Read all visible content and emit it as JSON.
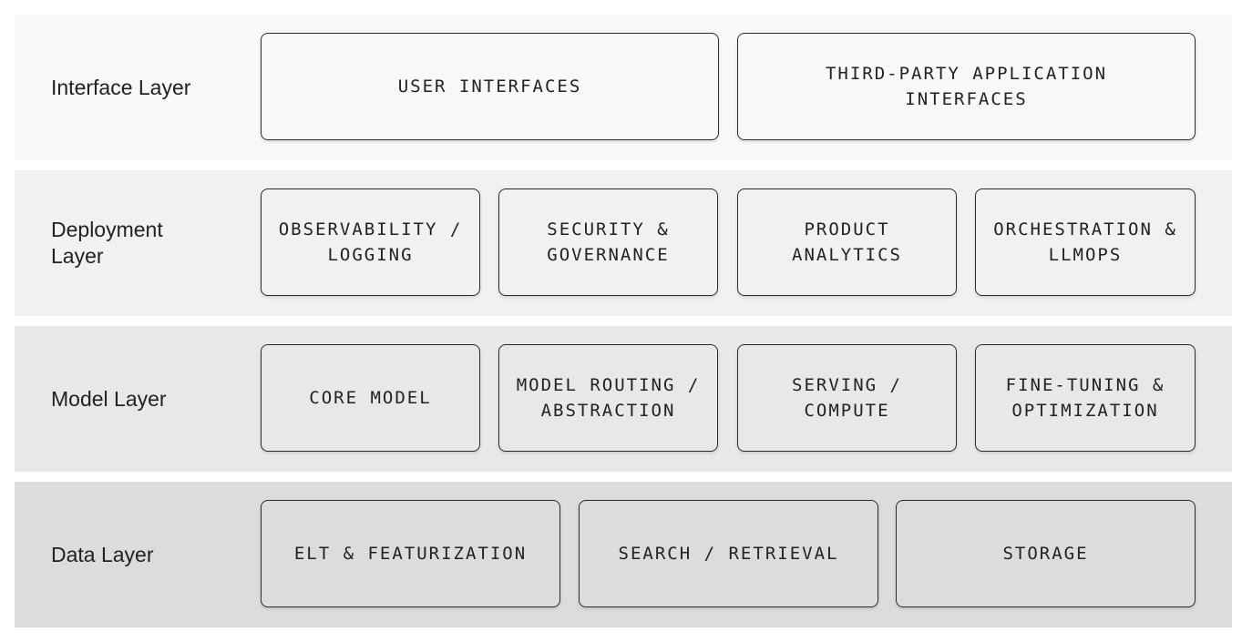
{
  "layers": [
    {
      "label": "Interface Layer",
      "background": "#f8f8f8",
      "components": [
        {
          "text": "USER INTERFACES"
        },
        {
          "text": "THIRD-PARTY APPLICATION INTERFACES"
        }
      ]
    },
    {
      "label": "Deployment Layer",
      "background": "#f1f1f1",
      "components": [
        {
          "text": "OBSERVABILITY / LOGGING"
        },
        {
          "text": "SECURITY & GOVERNANCE"
        },
        {
          "text": "PRODUCT ANALYTICS"
        },
        {
          "text": "ORCHESTRATION & LLMOPS"
        }
      ]
    },
    {
      "label": "Model Layer",
      "background": "#e8e8e8",
      "components": [
        {
          "text": "CORE MODEL"
        },
        {
          "text": "MODEL ROUTING / ABSTRACTION"
        },
        {
          "text": "SERVING / COMPUTE"
        },
        {
          "text": "FINE-TUNING & OPTIMIZATION"
        }
      ]
    },
    {
      "label": "Data Layer",
      "background": "#dcdcdd",
      "components": [
        {
          "text": "ELT & FEATURIZATION"
        },
        {
          "text": "SEARCH / RETRIEVAL"
        },
        {
          "text": "STORAGE"
        }
      ]
    }
  ]
}
